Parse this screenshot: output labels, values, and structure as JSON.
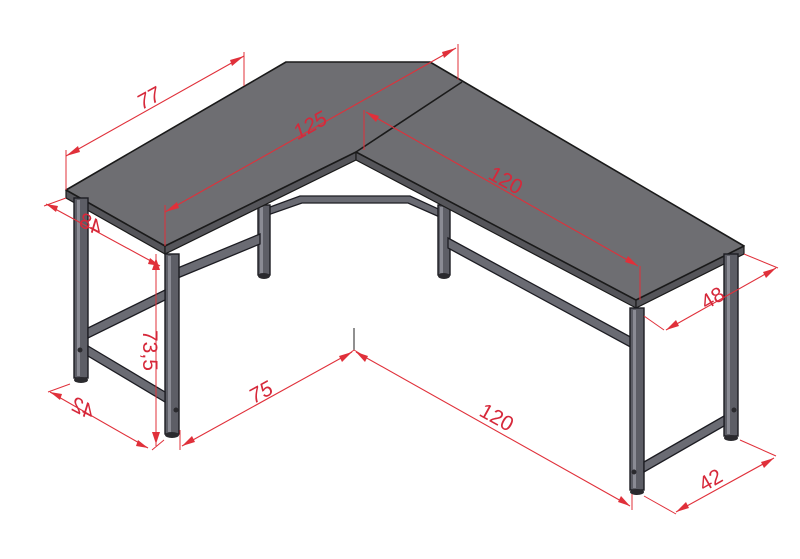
{
  "drawing": {
    "subject": "L-shaped desk",
    "colors": {
      "dimension": "#e0303a",
      "desktop": "#6e6e72",
      "frame": "#5d5e66",
      "background": "#ffffff"
    }
  },
  "dimensions": {
    "left_top_length": "77",
    "diagonal_top_length": "125",
    "right_top_length": "120",
    "left_top_depth": "48",
    "right_top_depth": "48",
    "height": "73,5",
    "left_base_depth": "42",
    "right_base_depth": "42",
    "floor_left_length": "75",
    "floor_right_length": "120"
  }
}
